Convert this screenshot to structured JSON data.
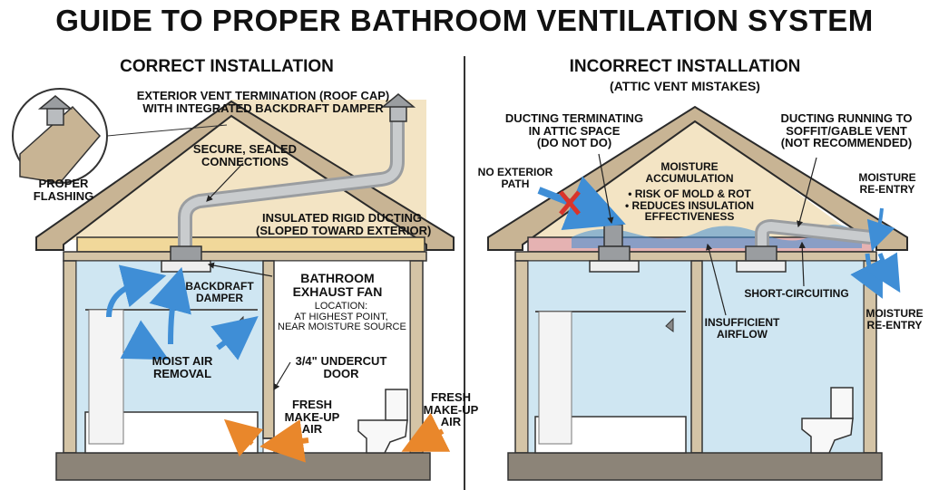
{
  "title": "GUIDE TO PROPER BATHROOM VENTILATION SYSTEM",
  "colors": {
    "roof": "#c8b494",
    "attic": "#f3e4c4",
    "insulation": "#f1d89a",
    "wet_insulation": "#e5b2b2",
    "moisture": "#3f8ed6",
    "wall": "#d4c4a6",
    "room": "#cfe6f2",
    "floor": "#8c8478",
    "duct": "#b9bcbf",
    "arrow_blue": "#3f8ed6",
    "arrow_orange": "#e9872b",
    "cross_red": "#d8342b"
  },
  "left": {
    "heading": "CORRECT INSTALLATION",
    "roof_cap_label": [
      "EXTERIOR VENT TERMINATION (ROOF CAP)",
      "WITH INTEGRATED BACKDRAFT DAMPER"
    ],
    "flashing_label": [
      "PROPER",
      "FLASHING"
    ],
    "connections_label": [
      "SECURE, SEALED",
      "CONNECTIONS"
    ],
    "ducting_label": [
      "INSULATED RIGID DUCTING",
      "(SLOPED TOWARD EXTERIOR)"
    ],
    "damper_label": [
      "BACKDRAFT",
      "DAMPER"
    ],
    "fan_label": [
      "BATHROOM",
      "EXHAUST FAN"
    ],
    "fan_location": [
      "LOCATION:",
      "AT HIGHEST POINT,",
      "NEAR MOISTURE SOURCE"
    ],
    "moist_air_label": [
      "MOIST AIR",
      "REMOVAL"
    ],
    "undercut_label": [
      "3/4\" UNDERCUT",
      "DOOR"
    ],
    "fresh_air_inside": [
      "FRESH",
      "MAKE-UP",
      "AIR"
    ],
    "fresh_air_outside": [
      "FRESH",
      "MAKE-UP",
      "AIR"
    ]
  },
  "right": {
    "heading": "INCORRECT INSTALLATION",
    "subheading": "(ATTIC VENT MISTAKES)",
    "terminating_label": [
      "DUCTING TERMINATING",
      "IN ATTIC SPACE",
      "(DO NOT DO)"
    ],
    "no_exterior_label": [
      "NO EXTERIOR",
      "PATH"
    ],
    "moisture_label": [
      "MOISTURE",
      "ACCUMULATION"
    ],
    "moisture_bullets": [
      "• RISK OF MOLD & ROT",
      "• REDUCES INSULATION",
      "EFFECTIVENESS"
    ],
    "soffit_label": [
      "DUCTING RUNNING TO",
      "SOFFIT/GABLE VENT",
      "(NOT RECOMMENDED)"
    ],
    "reentry_top_label": [
      "MOISTURE",
      "RE-ENTRY"
    ],
    "reentry_bottom_label": [
      "MOISTURE",
      "RE-ENTRY"
    ],
    "short_circuit_label": "SHORT-CIRCUITING",
    "insufficient_label": [
      "INSUFFICIENT",
      "AIRFLOW"
    ]
  }
}
